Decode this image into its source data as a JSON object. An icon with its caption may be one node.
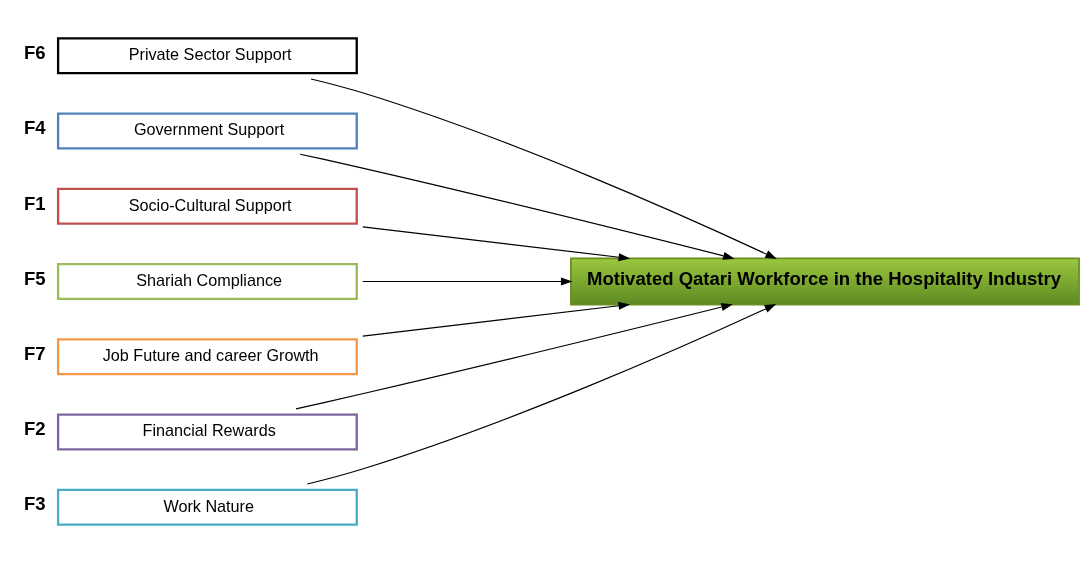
{
  "diagram": {
    "nodes": [
      {
        "text": [
          "Private Sector Support"
        ],
        "beside": [
          "F6"
        ]
      },
      {
        "text": [
          "Government Support"
        ],
        "beside": [
          "F4"
        ]
      },
      {
        "text": [
          "Socio-Cultural Support"
        ],
        "beside": [
          "F1"
        ]
      },
      {
        "text": [
          "Shariah Compliance"
        ],
        "beside": [
          "F5"
        ]
      },
      {
        "text": [
          "Job Future and career Growth"
        ],
        "beside": [
          "F7"
        ]
      },
      {
        "text": [
          "Financial Rewards"
        ],
        "beside": [
          "F2"
        ]
      },
      {
        "text": [
          "Work Nature"
        ],
        "beside": [
          "F3"
        ]
      },
      {
        "text": [
          "Motivated Qatari Workforce in the Hospitality Industry"
        ]
      }
    ],
    "edges": [
      {
        "from": 0,
        "to": 7,
        "arrow": "to"
      },
      {
        "from": 1,
        "to": 7,
        "arrow": "to"
      },
      {
        "from": 2,
        "to": 7,
        "arrow": "to"
      },
      {
        "from": 3,
        "to": 7,
        "arrow": "to"
      },
      {
        "from": 4,
        "to": 7,
        "arrow": "to"
      },
      {
        "from": 5,
        "to": 7,
        "arrow": "to"
      },
      {
        "from": 6,
        "to": 7,
        "arrow": "to"
      }
    ]
  }
}
